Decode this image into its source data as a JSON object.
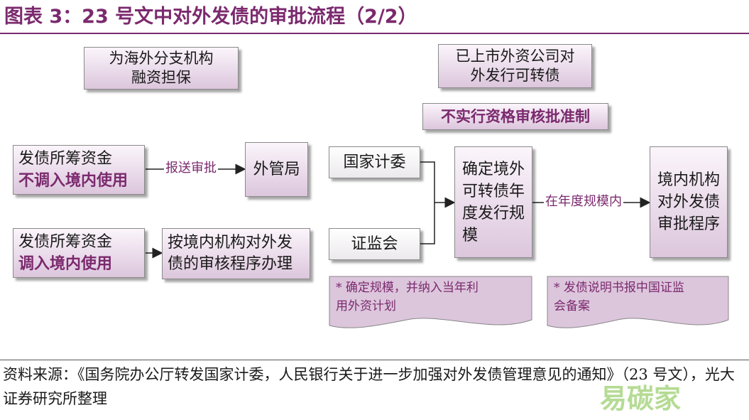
{
  "title": "图表 3：23 号文中对外发债的审批流程（2/2）",
  "left": {
    "header_box": [
      "为海外分支机构",
      "融资担保"
    ],
    "flow1": {
      "source": [
        "发债所筹资金",
        "不调入境内使用"
      ],
      "arrow_label": "报送审批",
      "target": "外管局"
    },
    "flow2": {
      "source": [
        "发债所筹资金",
        "调入境内使用"
      ],
      "target": [
        "按境内机构对外发",
        "债的审核程序办理"
      ]
    }
  },
  "right": {
    "header_box": [
      "已上市外资公司对",
      "外发行可转债"
    ],
    "no_approval_box": "不实行资格审核批准制",
    "agency1": "国家计委",
    "agency2": "证监会",
    "center_box": [
      "确定境外",
      "可转债年",
      "度发行规",
      "模"
    ],
    "arrow_label": "在年度规模内",
    "result_box": [
      "境内机构",
      "对外发债",
      "审批程序"
    ],
    "note1": [
      "* 确定规模，并纳入当年利",
      "用外资计划"
    ],
    "note2": [
      "* 发债说明书报中国证监",
      "会备案"
    ]
  },
  "source_text": "资料来源：《国务院办公厅转发国家计委，人民银行关于进一步加强对外发债管理意见的通知》（23 号文），光大证券研究所整理",
  "watermark": "易碳家",
  "colors": {
    "accent": "#7b2a6e",
    "box_pink": "#dcc6dc"
  }
}
